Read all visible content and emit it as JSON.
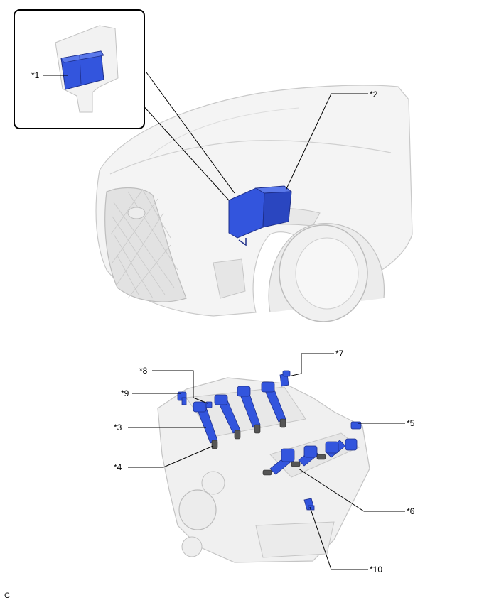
{
  "callouts": {
    "c1": "*1",
    "c2": "*2",
    "c3": "*3",
    "c4": "*4",
    "c5": "*5",
    "c6": "*6",
    "c7": "*7",
    "c8": "*8",
    "c9": "*9",
    "c10": "*10"
  },
  "figure_code": "C",
  "colors": {
    "highlight_part": "#3355dd",
    "highlight_dark": "#2238a8",
    "body_fill": "#f3f3f3",
    "body_line": "#c8c8c8",
    "grille": "#d9d9d9"
  }
}
